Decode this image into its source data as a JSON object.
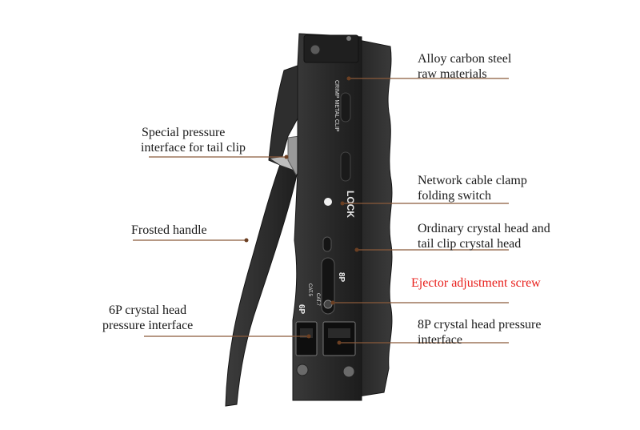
{
  "labels": {
    "alloy_line1": "Alloy carbon steel",
    "alloy_line2": "raw materials",
    "special_line1": "Special pressure",
    "special_line2": "interface for tail clip",
    "network_line1": "Network cable clamp",
    "network_line2": "folding switch",
    "frosted": "Frosted handle",
    "ordinary_line1": "Ordinary crystal head and",
    "ordinary_line2": "tail clip crystal head",
    "ejector": "Ejector adjustment screw",
    "sixp_line1": "6P crystal head",
    "sixp_line2": "pressure interface",
    "eightp_line1": "8P crystal head pressure",
    "eightp_line2": "interface"
  },
  "tool_markings": {
    "crimp": "CRIMP METAL CLIP",
    "lock": "LOCK",
    "eight_p": "8P",
    "six_p": "6P",
    "cat5": "CAT.5",
    "cat7": "CAT.7"
  },
  "colors": {
    "label_text": "#1a1a1a",
    "highlight_text": "#e8201c",
    "leader_line": "#8a5a3a",
    "tool_body": "#2a2a2a"
  }
}
